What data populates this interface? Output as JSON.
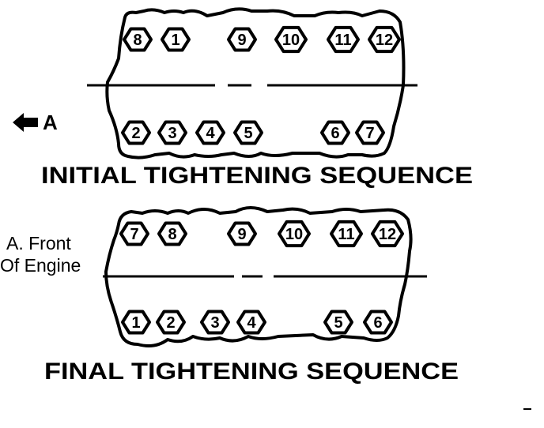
{
  "front_indicator": {
    "icon": "left-arrow-icon",
    "label": "A"
  },
  "legend": {
    "line1": "A.  Front",
    "line2": "Of Engine"
  },
  "initial": {
    "caption": "INITIAL TIGHTENING SEQUENCE",
    "top_bolts": [
      "8",
      "1",
      "9",
      "10",
      "11",
      "12"
    ],
    "bottom_bolts": [
      "2",
      "3",
      "4",
      "5",
      "6",
      "7"
    ]
  },
  "final": {
    "caption": "FINAL TIGHTENING SEQUENCE",
    "top_bolts": [
      "7",
      "8",
      "9",
      "10",
      "11",
      "12"
    ],
    "bottom_bolts": [
      "1",
      "2",
      "3",
      "4",
      "5",
      "6"
    ]
  }
}
